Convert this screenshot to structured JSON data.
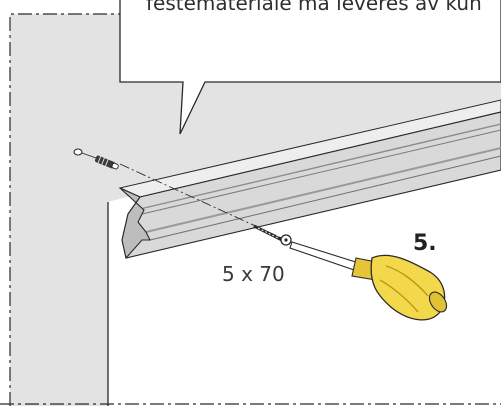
{
  "callout": {
    "text": "festemateriale må leveres av kun"
  },
  "screw": {
    "size_label": "5 x 70"
  },
  "step": {
    "number_label": "5."
  },
  "colors": {
    "wall": "#e3e3e3",
    "rail": "#d6d6d6",
    "rail_dark": "#9a9a9a",
    "outline": "#2a2a2a",
    "handle": "#f2d84a",
    "handle_dark": "#c8a81e"
  }
}
